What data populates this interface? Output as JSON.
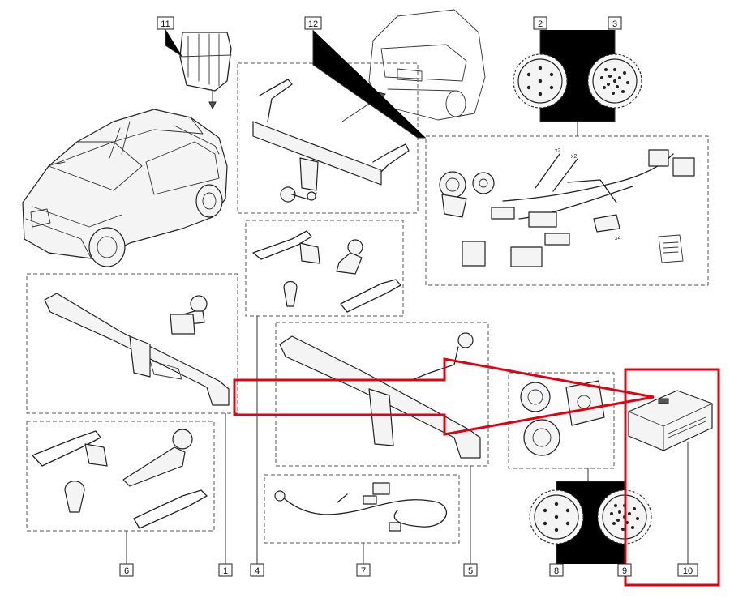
{
  "callouts": [
    "1",
    "2",
    "3",
    "4",
    "5",
    "6",
    "7",
    "8",
    "9",
    "10",
    "11",
    "12"
  ],
  "qty_marks": [
    "x2",
    "x2",
    "x4"
  ],
  "highlight_color": "#e3000f"
}
